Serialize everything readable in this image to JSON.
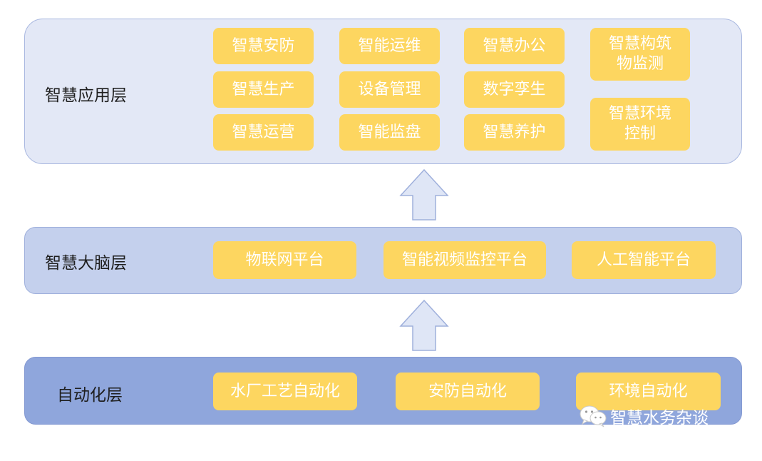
{
  "layers": {
    "application": {
      "title": "智慧应用层",
      "items": [
        "智慧安防",
        "智能运维",
        "智慧办公",
        "智慧构筑\n物监测",
        "智慧生产",
        "设备管理",
        "数字孪生",
        "智慧运营",
        "智能监盘",
        "智慧养护",
        "智慧环境\n控制"
      ]
    },
    "brain": {
      "title": "智慧大脑层",
      "items": [
        "物联网平台",
        "智能视频监控平台",
        "人工智能平台"
      ]
    },
    "automation": {
      "title": "自动化层",
      "items": [
        "水厂工艺自动化",
        "安防自动化",
        "环境自动化"
      ]
    }
  },
  "watermark": {
    "text": "智慧水务杂谈",
    "icon": "wechat-icon"
  },
  "colors": {
    "box": "#fdd660",
    "application_layer": "#e3e8f6",
    "brain_layer": "#c4d0ed",
    "automation_layer": "#8fa6dc",
    "arrow": "#dfe6f6"
  }
}
